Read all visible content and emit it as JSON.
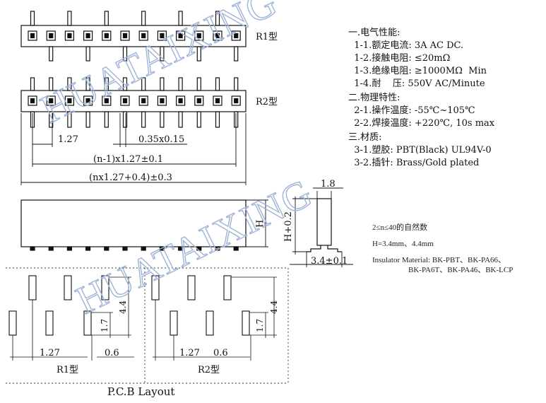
{
  "watermark": "HUATAIXING",
  "header_labels": {
    "r1": "R1型",
    "r2": "R2型"
  },
  "dimensions": {
    "pitch": "1.27",
    "pin_section": "0.35x0.15",
    "inner_length": "(n-1)x1.27±0.1",
    "outer_length": "(nx1.27+0.4)±0.3",
    "height": "H",
    "side_height": "H+0.2",
    "side_width": "1.8",
    "foot_width": "3.4±0.1"
  },
  "specs": [
    {
      "text": "一.电气性能:"
    },
    {
      "text": "  1-1.额定电流: 3A AC DC."
    },
    {
      "text": "  1-2.接触电阻: ≤20mΩ"
    },
    {
      "text": "  1-3.绝缘电阻: ≥1000MΩ  Min"
    },
    {
      "text": "  1-4.耐    压: 550V AC/Minute"
    },
    {
      "text": "二.物理特性:"
    },
    {
      "text": "  2-1.操作温度: -55℃~105℃"
    },
    {
      "text": "  2-2.焊接温度: +220℃, 10s max"
    },
    {
      "text": "三.材质:"
    },
    {
      "text": "  3-1.塑胶: PBT(Black) UL94V-0"
    },
    {
      "text": "  3-2.插针: Brass/Gold plated"
    }
  ],
  "notes": {
    "pin_count": "2≤n≤40的自然数",
    "heights": "H=3.4mm、4.4mm",
    "insulator_line1": "Insulator Material: BK-PBT、BK-PA66、",
    "insulator_line2": "BK-PA6T、BK-PA46、BK-LCP"
  },
  "pcb": {
    "title": "P.C.B Layout",
    "r1_label": "R1型",
    "r2_label": "R2型",
    "pitch": "1.27",
    "pad_width": "0.6",
    "row_spacing": "4.4",
    "pad_length": "1.7"
  }
}
